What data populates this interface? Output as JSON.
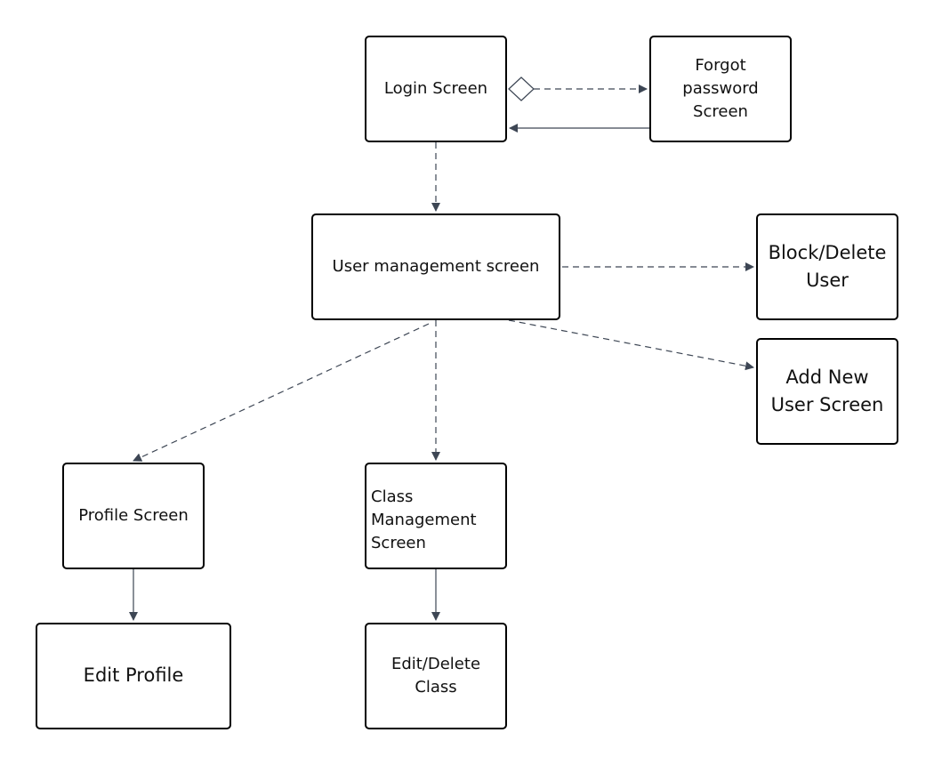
{
  "diagram": {
    "nodes": {
      "login": "Login Screen",
      "forgot": "Forgot\npassword\nScreen",
      "user_mgmt": "User management screen",
      "block_delete": "Block/Delete\nUser",
      "add_user": "Add New\nUser Screen",
      "profile": "Profile Screen",
      "class_mgmt": "Class\nManagement\nScreen",
      "edit_profile": "Edit Profile",
      "edit_class": "Edit/Delete\nClass"
    },
    "edges": [
      {
        "from": "login",
        "to": "forgot",
        "style": "dashed",
        "tail": "diamond"
      },
      {
        "from": "forgot",
        "to": "login",
        "style": "solid"
      },
      {
        "from": "login",
        "to": "user_mgmt",
        "style": "dashed"
      },
      {
        "from": "user_mgmt",
        "to": "block_delete",
        "style": "dashed"
      },
      {
        "from": "user_mgmt",
        "to": "add_user",
        "style": "dashed"
      },
      {
        "from": "user_mgmt",
        "to": "profile",
        "style": "dashed"
      },
      {
        "from": "user_mgmt",
        "to": "class_mgmt",
        "style": "dashed"
      },
      {
        "from": "profile",
        "to": "edit_profile",
        "style": "solid"
      },
      {
        "from": "class_mgmt",
        "to": "edit_class",
        "style": "solid"
      }
    ],
    "colors": {
      "edge": "#3d4654",
      "border": "#000000"
    }
  }
}
